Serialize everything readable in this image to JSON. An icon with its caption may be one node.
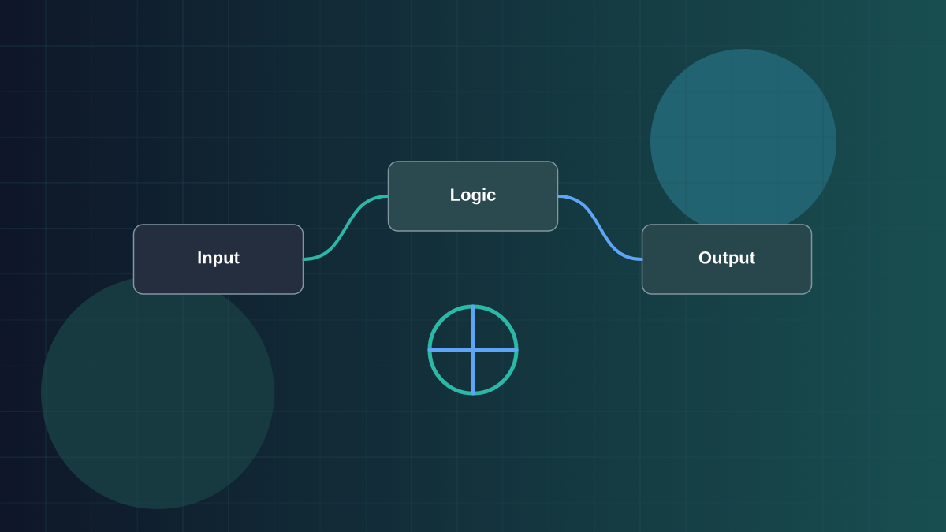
{
  "diagram": {
    "nodes": [
      {
        "text": [
          "Input"
        ]
      },
      {
        "text": [
          "Logic"
        ]
      },
      {
        "text": [
          "Output"
        ]
      }
    ],
    "edges": [
      {
        "from": 0,
        "to": 1,
        "arrow": "none",
        "color": "#2bb8a6"
      },
      {
        "from": 1,
        "to": 2,
        "arrow": "none",
        "color": "#5ea6f5"
      }
    ]
  }
}
